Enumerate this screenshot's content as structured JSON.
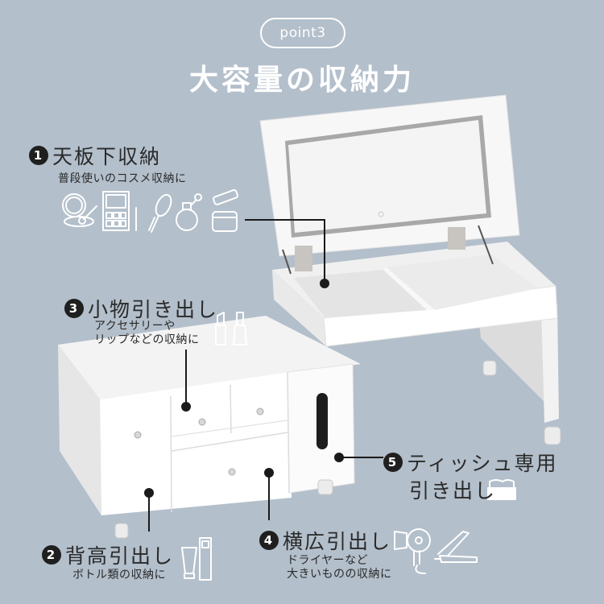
{
  "header": {
    "badge": "point3",
    "title": "大容量の収納力"
  },
  "colors": {
    "background": "#b3bfcb",
    "text": "#2a2a2a",
    "marker": "#1f1f1f",
    "icon_stroke": "#ffffff",
    "furniture": "#ffffff"
  },
  "features": [
    {
      "number": "1",
      "title": "天板下収納",
      "description": [
        "普段使いのコスメ収納に"
      ],
      "icons": [
        "compact-mirror-icon",
        "eyeshadow-palette-icon",
        "hair-brush-icon",
        "perfume-bottle-icon",
        "cream-jar-icon"
      ]
    },
    {
      "number": "2",
      "title": "背高引出し",
      "description": [
        "ボトル類の収納に"
      ],
      "icons": [
        "tube-icon",
        "bottle-icon"
      ]
    },
    {
      "number": "3",
      "title": "小物引き出し",
      "description": [
        "アクセサリーや",
        "リップなどの収納に"
      ],
      "icons": [
        "lipstick-icon",
        "nail-polish-icon"
      ]
    },
    {
      "number": "4",
      "title": "横広引出し",
      "description": [
        "ドライヤーなど",
        "大きいものの収納に"
      ],
      "icons": [
        "hair-dryer-icon",
        "hair-iron-icon"
      ]
    },
    {
      "number": "5",
      "title": "ティッシュ専用",
      "title_line2": "引き出し",
      "description": [],
      "icons": [
        "tissue-box-icon"
      ]
    }
  ]
}
